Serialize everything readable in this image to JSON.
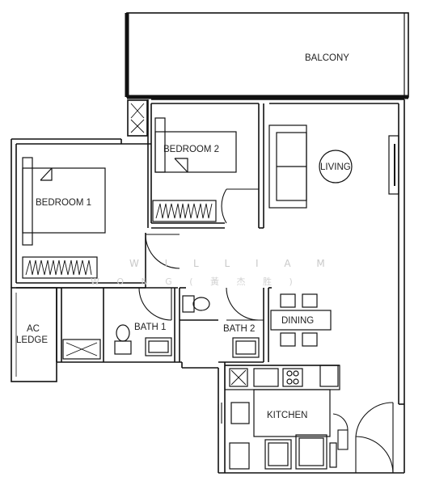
{
  "rooms": {
    "balcony": "BALCONY",
    "bedroom2": "BEDROOM 2",
    "bedroom1": "BEDROOM 1",
    "living": "LIVING",
    "ac_ledge_line1": "AC",
    "ac_ledge_line2": "LEDGE",
    "bath1": "BATH 1",
    "bath2": "BATH 2",
    "dining": "DINING",
    "kitchen": "KITCHEN"
  },
  "watermark": {
    "line1": "W I L L I A M",
    "line2": "W O N G ( 黃 杰 胜 )"
  }
}
